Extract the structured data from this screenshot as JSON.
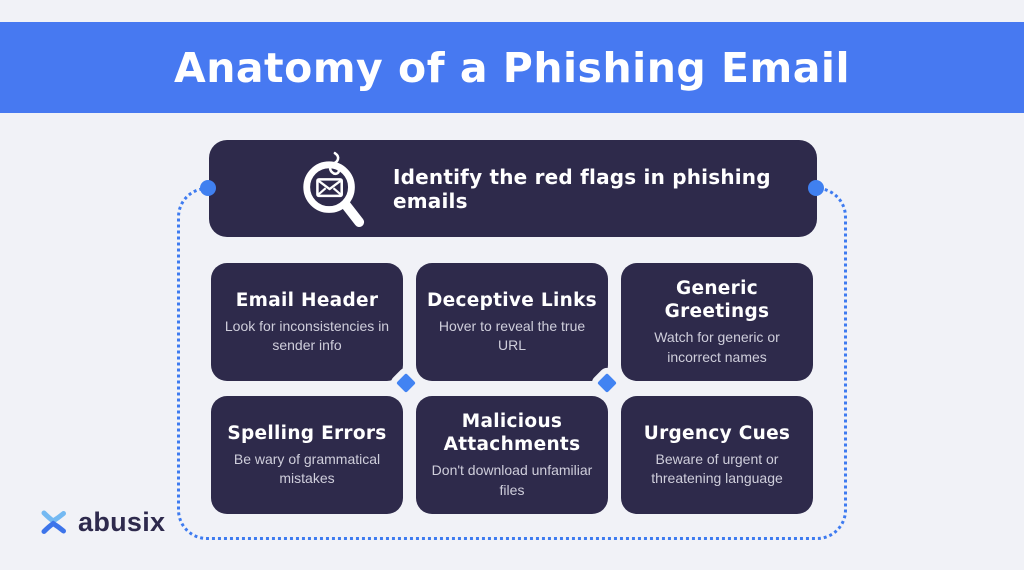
{
  "header": {
    "title": "Anatomy of a Phishing Email"
  },
  "intro_card": {
    "text": "Identify the red flags in phishing emails",
    "icon": "magnifier-envelope-hook-icon"
  },
  "cards": [
    {
      "title": "Email Header",
      "description": "Look for inconsistencies in sender info"
    },
    {
      "title": "Deceptive Links",
      "description": "Hover to reveal the true URL"
    },
    {
      "title": "Generic Greetings",
      "description": "Watch for generic or incorrect names"
    },
    {
      "title": "Spelling Errors",
      "description": "Be wary of grammatical mistakes"
    },
    {
      "title": "Malicious Attachments",
      "description": "Don't download unfamiliar files"
    },
    {
      "title": "Urgency Cues",
      "description": "Beware of urgent or threatening language"
    }
  ],
  "footer": {
    "brand": "abusix",
    "logo_icon": "abusix-x-logo"
  },
  "colors": {
    "background": "#F1F2F7",
    "banner_blue": "#4779F1",
    "card_navy": "#2E2A4B",
    "accent_blue": "#4283F2",
    "dotted_line_blue": "#3E7BF0",
    "card_desc_gray": "#CFCEDB"
  }
}
